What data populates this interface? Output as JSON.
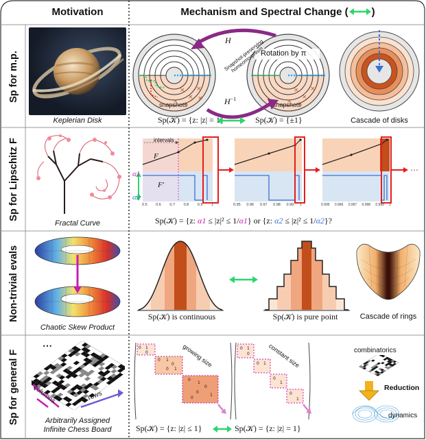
{
  "header": {
    "motivation": "Motivation",
    "mechanism": "Mechanism and Spectral Change (",
    "mechanism_close": ")"
  },
  "rows": [
    {
      "label": "Sp for m.p.",
      "motivation_caption": "Keplerian Disk",
      "H": "H",
      "Hinv": "H",
      "Hinv_sup": "−1",
      "homeo": "Snapshot-preserving homeomorphism",
      "rotation": "Rotation by π",
      "snapshots": "snapshots",
      "sp_left": "Sp(𝒦) = {z: |z| = 1}",
      "sp_right": "Sp(𝒦) = {±1}",
      "cascade": "Cascade of disks"
    },
    {
      "label": "Sp for Lipschitz F",
      "motivation_caption": "Fractal Curve",
      "intervals": "intervals",
      "F": "F",
      "Fprime": "F′",
      "alpha1": "α1",
      "alpha2": "α2",
      "ticks_a": [
        "0.5",
        "0.6",
        "0.7",
        "0.8",
        "0.9",
        "1"
      ],
      "ticks_b": [
        "0.95",
        "0.96",
        "0.97",
        "0.98",
        "0.99",
        "1"
      ],
      "ticks_c": [
        "0.995",
        "0.996",
        "0.997",
        "0.998",
        "0.999",
        "1"
      ],
      "formula_prefix": "Sp(𝒦) = {z: ",
      "formula_mid1": " ≤ |z|² ≤ 1/",
      "formula_or": "} or {z: ",
      "formula_end": "}?"
    },
    {
      "label": "Non-trivial evals",
      "motivation_caption": "Chaotic Skew Product",
      "continuous": "Sp(𝒦) is continuous",
      "purepoint": "Sp(𝒦) is pure point",
      "cascade": "Cascade of rings"
    },
    {
      "label": "Sp for general F",
      "motivation_caption_1": "Arbitrarily Assigned",
      "motivation_caption_2": "Infinite Chess Board",
      "columns": "columns",
      "rows": "rows",
      "dots": "⋯",
      "growing": "growing size",
      "constant": "constant size",
      "sp_left": "Sp(𝒦) = {z: |z| ≤ 1}",
      "sp_right": "Sp(𝒦) = {z: |z| = 1}",
      "combinatorics": "combinatorics",
      "reduction": "Reduction",
      "dynamics": "dynamics"
    }
  ],
  "colors": {
    "arrow_green": "#2bd66b",
    "purple": "#8a2a86",
    "red": "#e31d1d",
    "orange_light": "#f6c8a8",
    "orange_dark": "#c24e1c",
    "blue_light": "#d4e2f3",
    "magenta": "#c41fb0",
    "blue_mark": "#3b6fd1"
  }
}
